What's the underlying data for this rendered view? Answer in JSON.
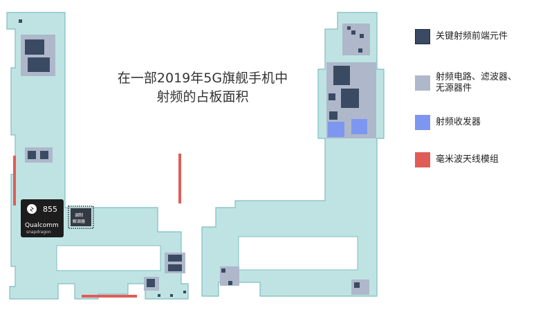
{
  "title": {
    "line1": "在一部2019年5G旗舰手机中",
    "line2": "射频的占板面积"
  },
  "colors": {
    "board": "#bfe3e3",
    "board_edge": "#7fbcc0",
    "key_rf": "#3b4a63",
    "passive": "#aeb8ca",
    "transceiver": "#7d96ef",
    "mmwave": "#e05c57",
    "soc": "#1d1d1d",
    "modem": "#333a44"
  },
  "legend": [
    {
      "label": "关键射频前端元件",
      "color": "#3b4a63"
    },
    {
      "label": "射频电路、滤波器、\n无源器件",
      "color": "#aeb8ca"
    },
    {
      "label": "射频收发器",
      "color": "#7d96ef"
    },
    {
      "label": "毫米波天线模组",
      "color": "#e05c57"
    }
  ],
  "soc_chip": {
    "model": "855",
    "brand": "Qualcomm",
    "sub": "snapdragon",
    "icon": "snapdragon-logo-icon"
  },
  "modem_chip": {
    "line1": "调制",
    "line2": "解调器"
  }
}
